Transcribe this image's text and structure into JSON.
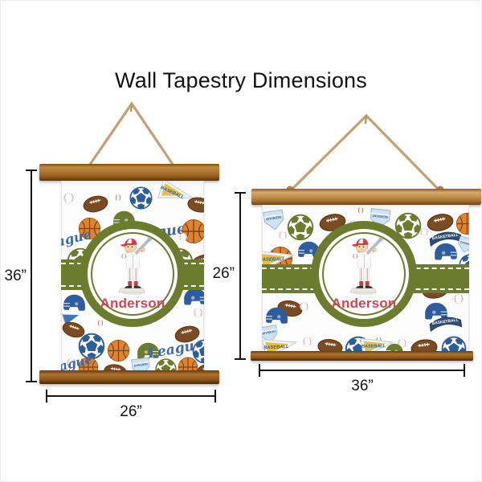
{
  "title": "Wall Tapestry Dimensions",
  "pattern_words": {
    "league": "League",
    "division": "DIVISION",
    "baseball": "BASEBALL",
    "basketball": "BASKETBALL"
  },
  "tapestries": [
    {
      "id": "portrait",
      "name": "Anderson",
      "height_label": "36”",
      "width_label": "26”"
    },
    {
      "id": "landscape",
      "name": "Anderson",
      "height_label": "26”",
      "width_label": "36”"
    }
  ],
  "colors": {
    "olive": "#6d7b2f",
    "name_red": "#d8434f",
    "navy": "#2e5d9e",
    "script_blue": "#3a6ab0",
    "mdblue": "#3f74b8",
    "orange": "#e0832f",
    "football_brown": "#7b4b22",
    "stitch_red": "#c4403a",
    "wood": "#a9712f",
    "dimension_line": "#161616"
  }
}
